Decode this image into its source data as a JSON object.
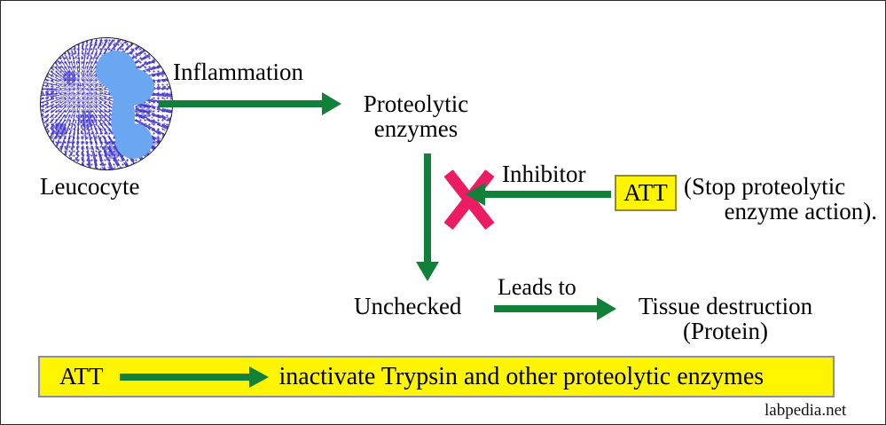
{
  "colors": {
    "arrow_green": "#118039",
    "x_pink": "#EC1C62",
    "highlight_yellow": "#FFF500",
    "att_box_border": "#9a8f00",
    "banner_border": "#8e8e8e",
    "nucleus_blue": "#6aa7f0",
    "cytoplasm_blue": "#5a4fd6",
    "text_black": "#000000"
  },
  "cell": {
    "icon_name": "leucocyte-cell",
    "label": "Leucocyte"
  },
  "flow": {
    "inflammation_label": "Inflammation",
    "proteolytic_label": "Proteolytic enzymes",
    "inhibitor_label": "Inhibitor",
    "blocked_symbol": "X",
    "unchecked_label": "Unchecked",
    "leads_to_label": "Leads to",
    "tissue_destruction_label": "Tissue destruction (Protein)"
  },
  "att_box": {
    "label": "ATT",
    "note_line1": "(Stop proteolytic",
    "note_line2": "enzyme action)."
  },
  "banner": {
    "att_label": "ATT",
    "statement": "inactivate Trypsin and other proteolytic enzymes"
  },
  "watermark": {
    "text": "labpedia.net"
  }
}
